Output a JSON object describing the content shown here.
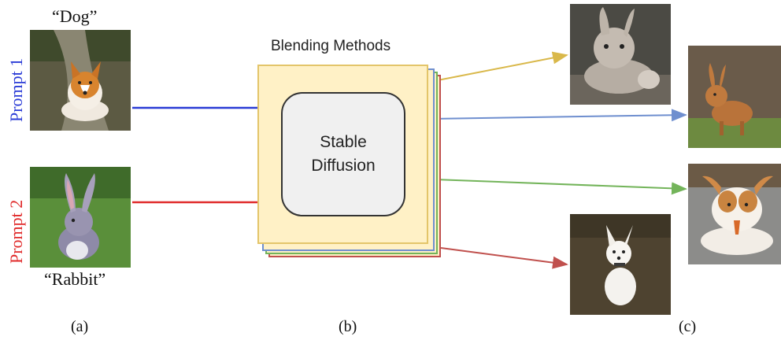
{
  "colors": {
    "prompt1": "#2a3bd6",
    "prompt2": "#e02a2a",
    "arrow_yellow": "#d9b84a",
    "arrow_blue": "#6f8fcf",
    "arrow_green": "#73b45a",
    "arrow_red": "#c0504d",
    "block_fill": "#fff1c6",
    "block_border": "#e3c56a",
    "inner_fill": "#f0f0f0"
  },
  "inputs": {
    "prompt1_label": "Prompt 1",
    "prompt2_label": "Prompt 2",
    "dog_caption": "“Dog”",
    "rabbit_caption": "“Rabbit”"
  },
  "model": {
    "blending_title": "Blending Methods",
    "stable_line1": "Stable",
    "stable_line2": "Diffusion"
  },
  "panels": {
    "a": "(a)",
    "b": "(b)",
    "c": "(c)"
  },
  "images": {
    "input_dog": "dog-photo",
    "input_rabbit": "rabbit-photo",
    "output_1": "gray-rabbit-photo",
    "output_2": "brown-rabbit-photo",
    "output_3": "rabbit-toy-photo",
    "output_4": "white-dog-photo"
  }
}
